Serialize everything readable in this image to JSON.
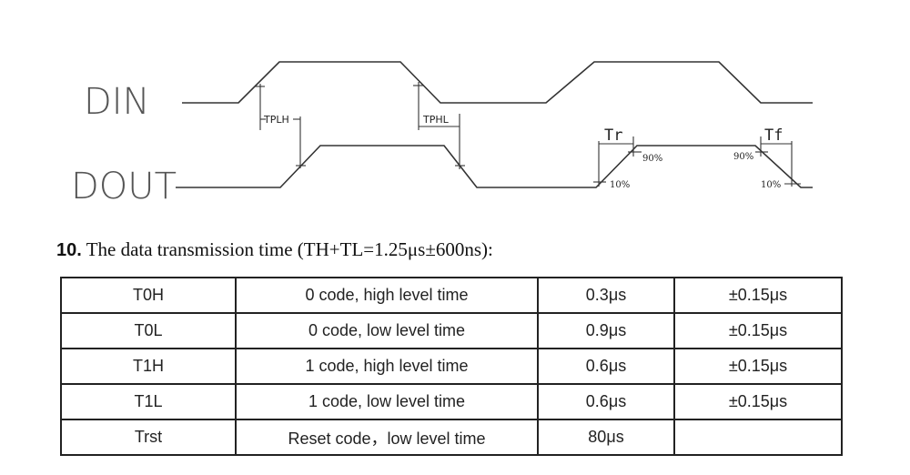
{
  "diagram": {
    "din_label": "DIN",
    "dout_label": "DOUT",
    "tplh_label": "TPLH",
    "tphl_label": "TPHL",
    "tr_label": "Tr",
    "tf_label": "Tf",
    "rise_high_pct": "90%",
    "rise_low_pct": "10%",
    "fall_high_pct": "90%",
    "fall_low_pct": "10%"
  },
  "section": {
    "number": "10.",
    "title": "The data transmission time (TH+TL=1.25μs±600ns):"
  },
  "table": {
    "rows": [
      {
        "name": "T0H",
        "desc": "0 code, high level time",
        "value": "0.3μs",
        "tolerance": "±0.15μs"
      },
      {
        "name": "T0L",
        "desc": "0 code, low level time",
        "value": "0.9μs",
        "tolerance": "±0.15μs"
      },
      {
        "name": "T1H",
        "desc": "1 code, high level time",
        "value": "0.6μs",
        "tolerance": "±0.15μs"
      },
      {
        "name": "T1L",
        "desc": "1 code, low level time",
        "value": "0.6μs",
        "tolerance": "±0.15μs"
      },
      {
        "name": "Trst",
        "desc": "Reset code，low level time",
        "value": "80μs",
        "tolerance": ""
      }
    ]
  }
}
